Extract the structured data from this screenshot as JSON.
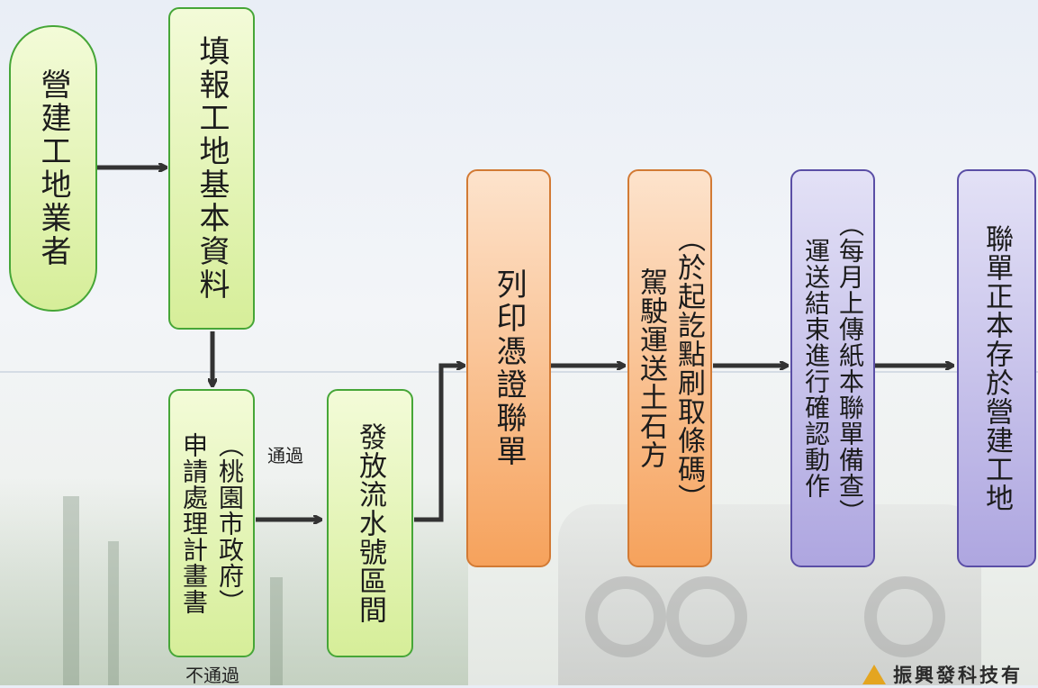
{
  "nodes": {
    "operator": {
      "lines": [
        "營建工地業者"
      ]
    },
    "fill_basic": {
      "lines": [
        "填報工地基本資料"
      ]
    },
    "apply_plan": {
      "lines": [
        "（桃園市政府）",
        "申請處理計畫書"
      ]
    },
    "issue_serial": {
      "lines": [
        "發放流水號區間"
      ]
    },
    "print_voucher": {
      "lines": [
        "列印憑證聯單"
      ]
    },
    "driver_scan": {
      "lines": [
        "（於起訖點刷取條碼）",
        "駕駛運送土石方"
      ]
    },
    "monthly_upload": {
      "lines": [
        "（每月上傳紙本聯單備查）",
        "運送結束進行確認動作"
      ]
    },
    "original_kept": {
      "lines": [
        "聯單正本存於營建工地"
      ]
    }
  },
  "labels": {
    "pass": "通過",
    "fail": "不通過"
  },
  "logo": {
    "text": "振興發科技有"
  },
  "colors": {
    "green_fill": "#d6ee99",
    "green_border": "#46a637",
    "orange_fill": "#f6a25c",
    "orange_border": "#d27a34",
    "purple_fill": "#aea6e0",
    "purple_border": "#5a4ea6",
    "arrow": "#333333"
  }
}
